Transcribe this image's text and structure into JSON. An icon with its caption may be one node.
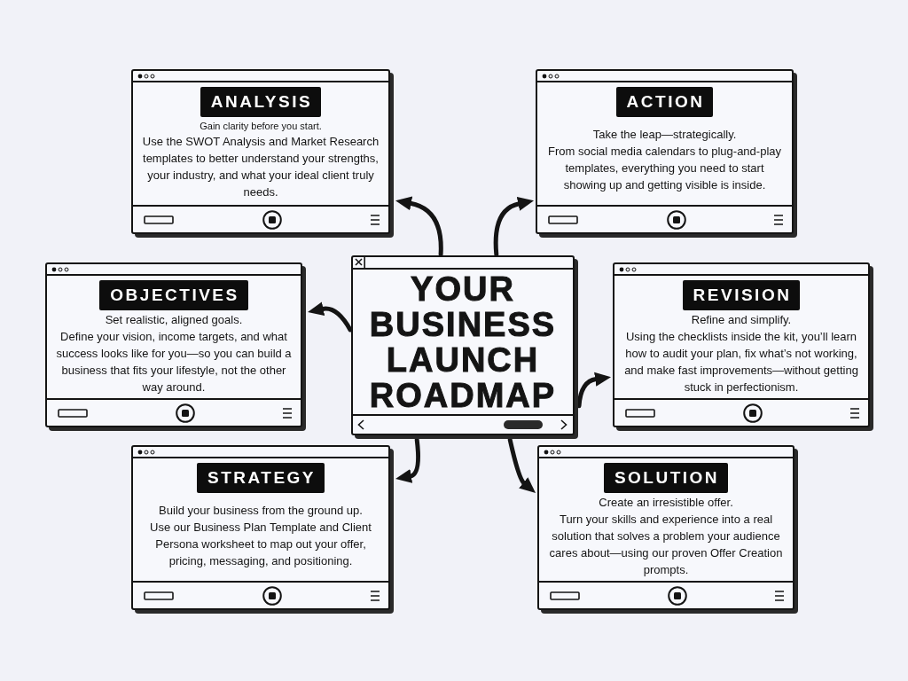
{
  "diagram": {
    "nodes": [
      {
        "text": [
          "YOUR BUSINESS LAUNCH ROADMAP"
        ]
      },
      {
        "text": [
          "ANALYSIS",
          "Gain clarity before you start.",
          "Use the SWOT Analysis and Market Research templates to better understand your strengths, your industry, and what your ideal client truly needs."
        ]
      },
      {
        "text": [
          "ACTION",
          "Take the leap—strategically.",
          "From social media calendars to plug-and-play templates, everything you need to start showing up and getting visible is inside."
        ]
      },
      {
        "text": [
          "OBJECTIVES",
          "Set realistic, aligned goals.",
          "Define your vision, income targets, and what success looks like for you—so you can build a business that fits your lifestyle, not the other way around."
        ]
      },
      {
        "text": [
          "REVISION",
          "Refine and simplify.",
          "Using the checklists inside the kit, you’ll learn how to audit your plan, fix what’s not working, and make fast improvements—without getting stuck in perfectionism."
        ]
      },
      {
        "text": [
          "STRATEGY",
          "Build your business from the ground up.",
          "Use our Business Plan Template and Client Persona worksheet to map out your offer, pricing, messaging, and positioning."
        ]
      },
      {
        "text": [
          "SOLUTION",
          "Create an irresistible offer.",
          "Turn your skills and experience into a real solution that solves a problem your audience cares about—using our proven Offer Creation prompts."
        ]
      }
    ],
    "edges": [
      {
        "from": 0,
        "to": 1,
        "arrow": "to"
      },
      {
        "from": 0,
        "to": 2,
        "arrow": "to"
      },
      {
        "from": 0,
        "to": 3,
        "arrow": "to"
      },
      {
        "from": 0,
        "to": 4,
        "arrow": "to"
      },
      {
        "from": 0,
        "to": 5,
        "arrow": "to"
      },
      {
        "from": 0,
        "to": 6,
        "arrow": "to"
      }
    ]
  }
}
